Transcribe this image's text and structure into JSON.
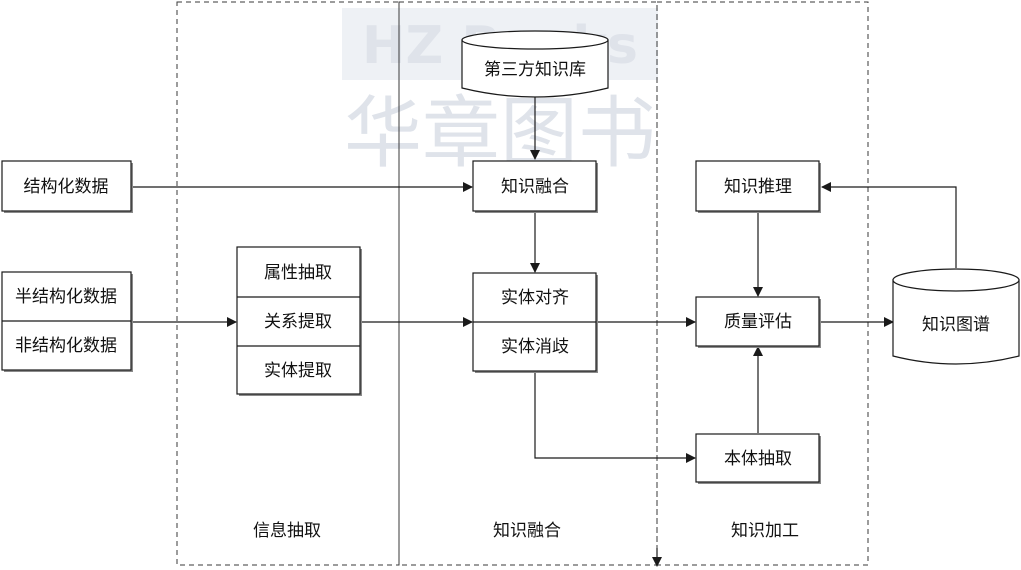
{
  "watermark": {
    "latin": "HZ Books",
    "cjk": "华章图书"
  },
  "sources": {
    "structured": "结构化数据",
    "semi_structured": "半结构化数据",
    "unstructured": "非结构化数据"
  },
  "info_extraction": {
    "attribute": "属性抽取",
    "relation": "关系提取",
    "entity": "实体提取",
    "section_label": "信息抽取"
  },
  "knowledge_fusion": {
    "third_party_kb": "第三方知识库",
    "merge": "知识融合",
    "entity_alignment": "实体对齐",
    "entity_disambiguation": "实体消歧",
    "section_label": "知识融合"
  },
  "knowledge_processing": {
    "reasoning": "知识推理",
    "quality": "质量评估",
    "ontology": "本体抽取",
    "section_label": "知识加工"
  },
  "output": {
    "graph": "知识图谱"
  },
  "colors": {
    "line": "#1a1a1a",
    "shadow": "#8a8a8a",
    "watermark": "#dfe3ea"
  }
}
